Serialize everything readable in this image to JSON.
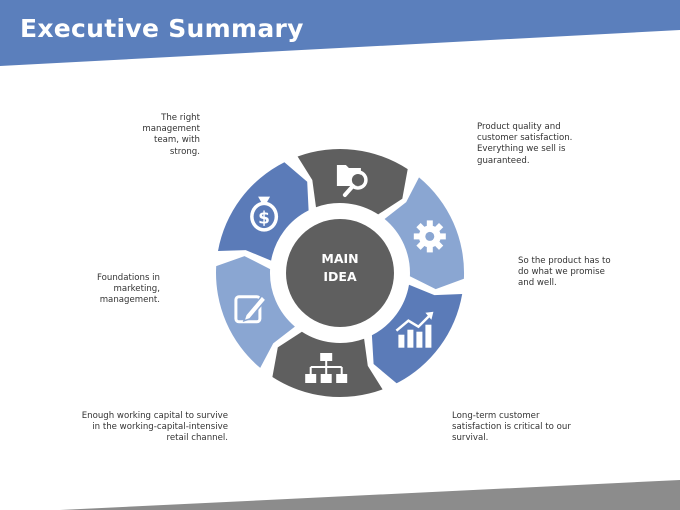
{
  "header": {
    "title": "Executive Summary"
  },
  "center": {
    "label": "MAIN\nIDEA"
  },
  "colors": {
    "header_blue": "#5b7fbc",
    "footer_gray": "#8c8c8c",
    "segment_dark": "#5f5f5f",
    "segment_blue": "#5b7bb8",
    "segment_light": "#8aa6d2",
    "center_fill": "#5f5f5f"
  },
  "segments": [
    {
      "icon": "folder-search-icon",
      "color": "#5f5f5f",
      "note": "Product quality and\ncustomer satisfaction.\nEverything we sell is\nguaranteed."
    },
    {
      "icon": "gear-icon",
      "color": "#8aa6d2",
      "note": "So the product has to\ndo what we promise\nand well."
    },
    {
      "icon": "bar-chart-arrow-icon",
      "color": "#5b7bb8",
      "note": "Long-term customer\nsatisfaction is critical to our\nsurvival."
    },
    {
      "icon": "org-chart-icon",
      "color": "#5f5f5f",
      "note": "Enough working capital to survive\nin the working-capital-intensive\nretail channel."
    },
    {
      "icon": "edit-note-icon",
      "color": "#8aa6d2",
      "note": "Foundations in\nmarketing,\nmanagement."
    },
    {
      "icon": "money-bag-icon",
      "color": "#5b7bb8",
      "note": "The right\nmanagement\nteam, with\nstrong."
    }
  ]
}
